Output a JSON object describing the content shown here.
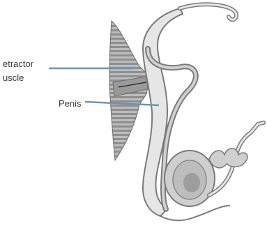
{
  "labels": {
    "retractor_line1": "etractor",
    "retractor_line2": "uscle",
    "penis": "Penis"
  },
  "colors": {
    "pointer": "#6f93b3",
    "tissue_fill": "#d9d9d9",
    "outline": "#7a7a7a",
    "muscle_band": "#8c8c8c"
  }
}
